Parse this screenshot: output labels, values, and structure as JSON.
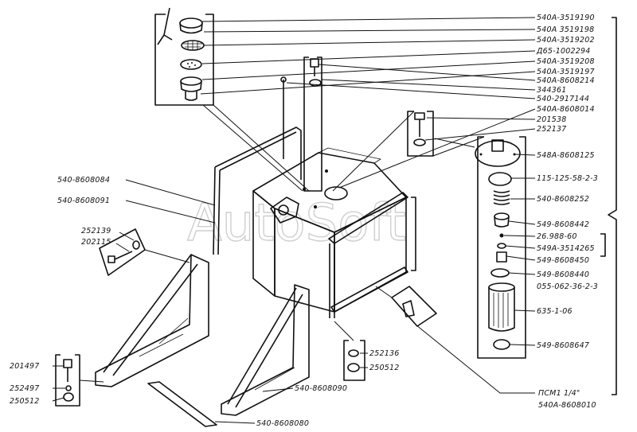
{
  "watermark": "AutoSoft",
  "labels_right": [
    "540A-3519190",
    "540A 3519198",
    "540A-3519202",
    "Д65-1002294",
    "540A-3519208",
    "540A-3519197",
    "540A-8608214",
    "344361",
    "540-2917144",
    "540A-8608014",
    "201538",
    "252137",
    "548A-8608125",
    "115-125-58-2-3",
    "540-8608252",
    "549-8608442",
    "26.988-60",
    "549A-3514265",
    "549-8608450",
    "549-8608440",
    "055-062-36-2-3",
    "635-1-06",
    "549-8608647"
  ],
  "labels_left": {
    "a": "540-8608084",
    "b": "540-8608091",
    "c": "252139",
    "d": "202115",
    "e": "201497",
    "f": "252497",
    "g": "250512"
  },
  "labels_bottom": {
    "a": "252136",
    "b": "250512",
    "c": "540-8608090",
    "d": "540-8608080",
    "e": "ПСМ1 1/4\"",
    "f": "540A-8608010"
  }
}
